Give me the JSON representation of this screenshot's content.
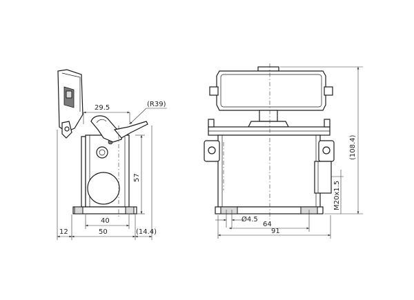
{
  "drawing": {
    "side_view": {
      "dim_29_5": "29.5",
      "dim_r39": "(R39)",
      "dim_57": "57",
      "dim_40": "40",
      "dim_12": "12",
      "dim_50": "50",
      "dim_14_4": "(14.4)"
    },
    "front_view": {
      "dim_108_4": "(108.4)",
      "dim_m20": "M20x1.5",
      "dim_hole": "Ø4.5",
      "dim_64": "64",
      "dim_91": "91"
    }
  }
}
